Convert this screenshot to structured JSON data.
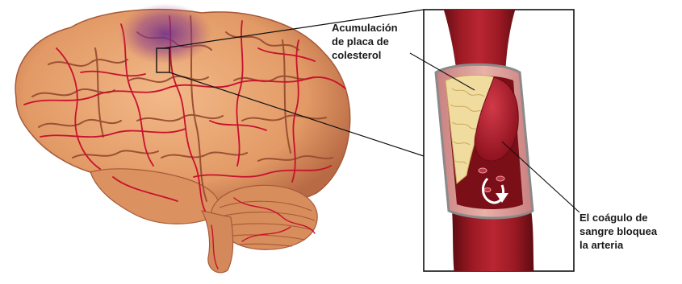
{
  "labels": {
    "plaque": {
      "line1": "Acumulación",
      "line2": "de placa de",
      "line3": "colesterol"
    },
    "clot": {
      "line1": "El coágulo de",
      "line2": "sangre bloquea",
      "line3": "la arteria"
    }
  },
  "colors": {
    "brain_tissue": "#e6a070",
    "brain_shadow": "#b86a44",
    "vessels": "#c8102e",
    "ischemic_area": "#7a3b8f",
    "artery_wall": "#8e1620",
    "plaque": "#f1dca0",
    "clot": "#b01a2a",
    "blood": "#7a0f18"
  }
}
